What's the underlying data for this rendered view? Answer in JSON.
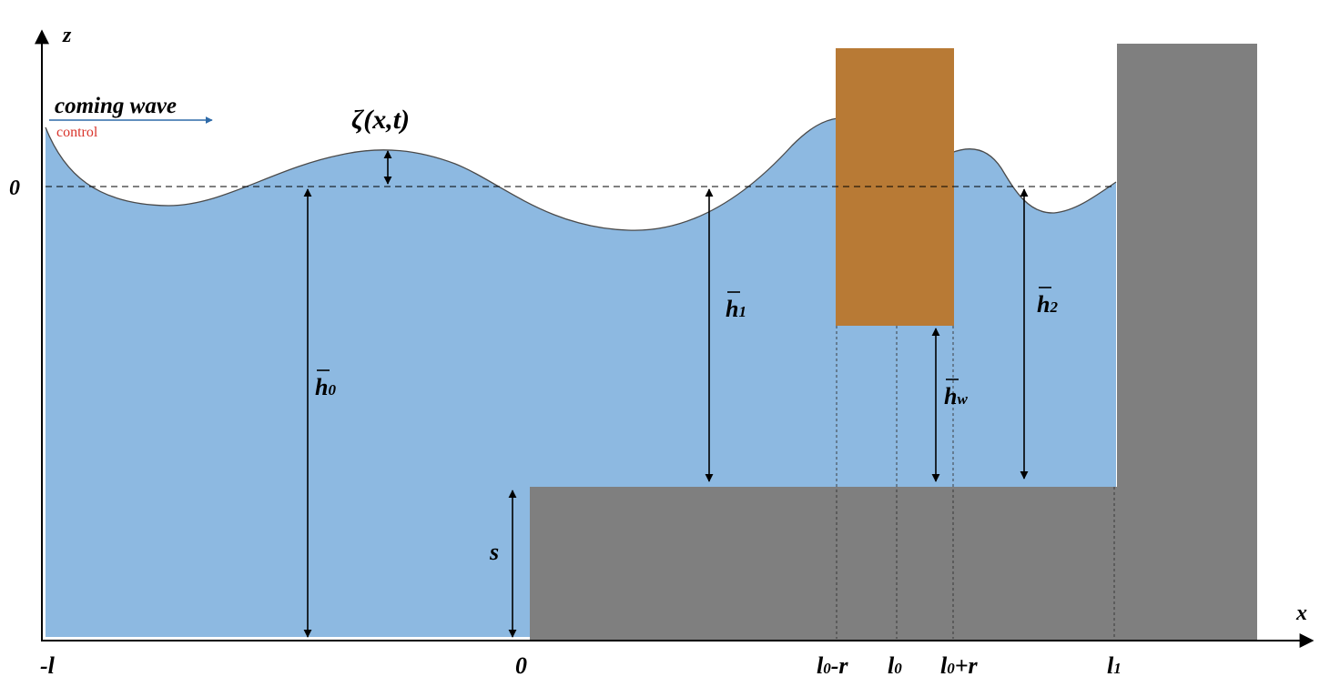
{
  "diagram": {
    "axis_labels": {
      "z": "z",
      "x": "x",
      "zero_level": "0"
    },
    "coming_wave": "coming wave",
    "control": "control",
    "surface": "ζ(x,t)",
    "depths": {
      "h0": {
        "bar": "h",
        "sub": "0"
      },
      "h1": {
        "bar": "h",
        "sub": "1"
      },
      "h2": {
        "bar": "h",
        "sub": "2"
      },
      "hw": {
        "bar": "h",
        "sub": "w"
      },
      "s": "s"
    },
    "x_ticks": {
      "minus_l": "-l",
      "zero": "0",
      "l0_minus_r": {
        "main": "l",
        "sub": "0",
        "suffix": "-r"
      },
      "l0": {
        "main": "l",
        "sub": "0"
      },
      "l0_plus_r": {
        "main": "l",
        "sub": "0",
        "suffix": "+r"
      },
      "l1": {
        "main": "l",
        "sub": "1"
      }
    },
    "colors": {
      "water": "#8db9e1",
      "seabed": "#7f7f7f",
      "structure": "#b87a35",
      "wall": "#7f7f7f",
      "arrow": "#2e6aa8",
      "control_text": "#d9342b"
    }
  }
}
